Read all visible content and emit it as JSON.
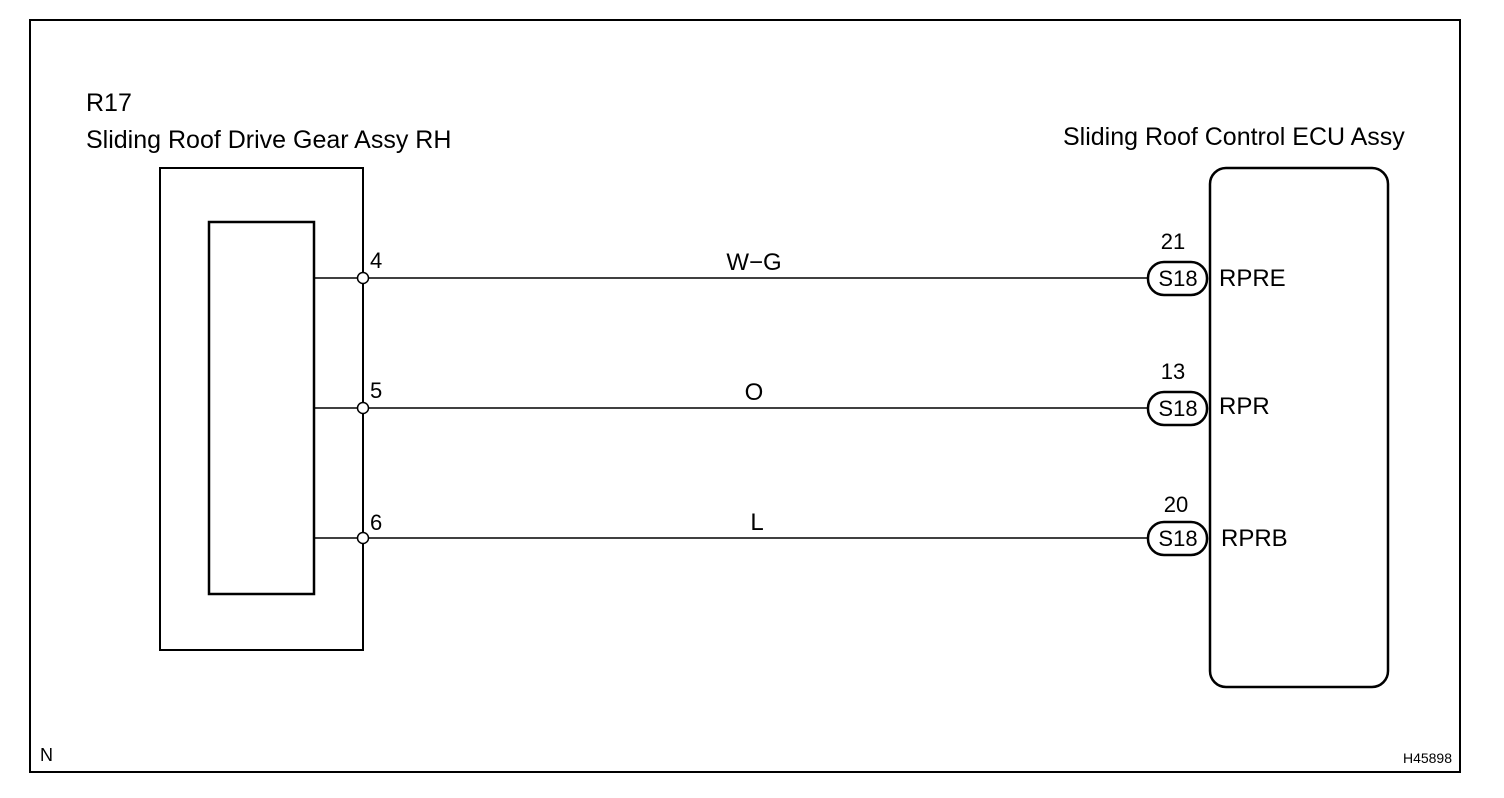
{
  "diagram": {
    "corner_left": "N",
    "figure_code": "H45898",
    "left_component": {
      "code": "R17",
      "name": "Sliding Roof Drive Gear Assy RH"
    },
    "right_component": {
      "name": "Sliding Roof Control ECU Assy"
    },
    "wires": [
      {
        "pin": "4",
        "color": "W−G",
        "ecu_pin": "21",
        "connector": "S18",
        "terminal": "RPRE"
      },
      {
        "pin": "5",
        "color": "O",
        "ecu_pin": "13",
        "connector": "S18",
        "terminal": "RPR"
      },
      {
        "pin": "6",
        "color": "L",
        "ecu_pin": "20",
        "connector": "S18",
        "terminal": "RPRB"
      }
    ]
  }
}
